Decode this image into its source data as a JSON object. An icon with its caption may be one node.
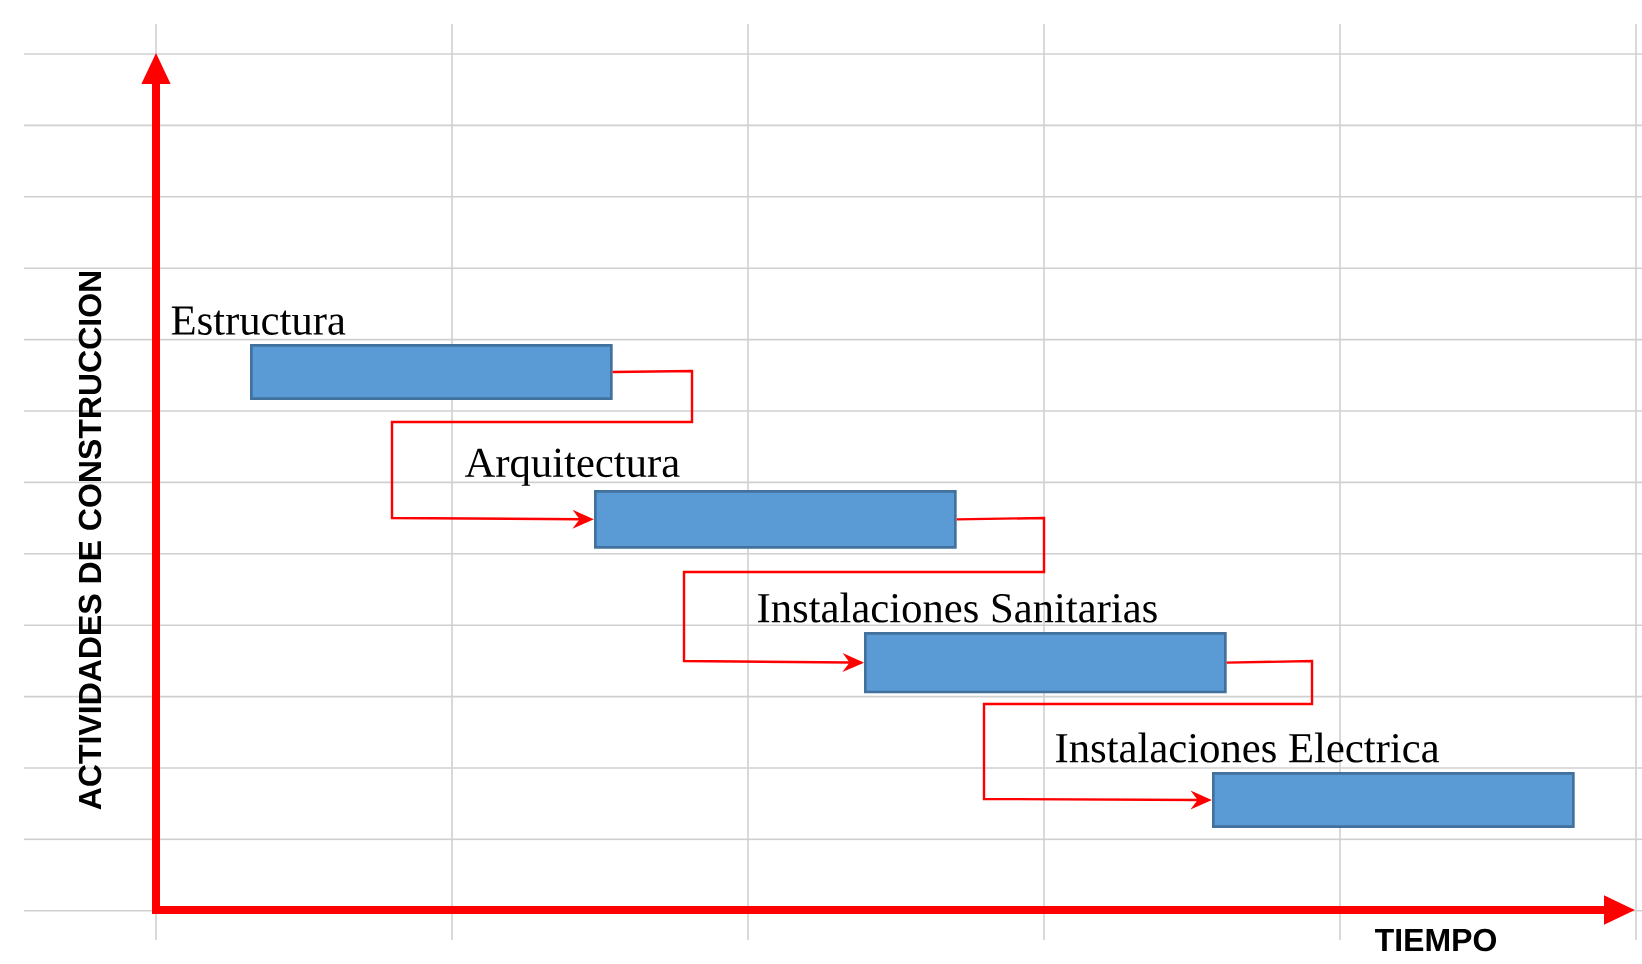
{
  "diagram": {
    "nodes": [
      {
        "text": [
          "Estructura"
        ]
      },
      {
        "text": [
          "Arquitectura"
        ]
      },
      {
        "text": [
          "Instalaciones Sanitarias"
        ]
      },
      {
        "text": [
          "Instalaciones Electrica"
        ]
      }
    ],
    "edges": [
      {
        "from": 0,
        "to": 1,
        "arrow": "to"
      },
      {
        "from": 1,
        "to": 2,
        "arrow": "to"
      },
      {
        "from": 2,
        "to": 3,
        "arrow": "to"
      }
    ],
    "labels": [
      "ACTIVIDADES DE CONSTRUCCION",
      "TIEMPO"
    ]
  }
}
